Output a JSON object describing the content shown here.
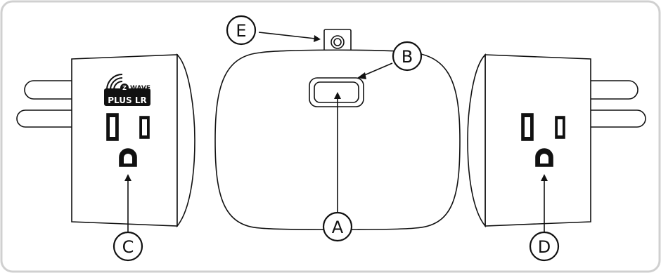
{
  "callouts": {
    "a": "A",
    "b": "B",
    "c": "C",
    "d": "D",
    "e": "E"
  },
  "badge": {
    "brand": "WAVE",
    "mark": "Z",
    "tagline": "PLUS LR"
  },
  "colors": {
    "frame": "#d0d0d0",
    "line": "#111111",
    "fill": "#ffffff"
  }
}
